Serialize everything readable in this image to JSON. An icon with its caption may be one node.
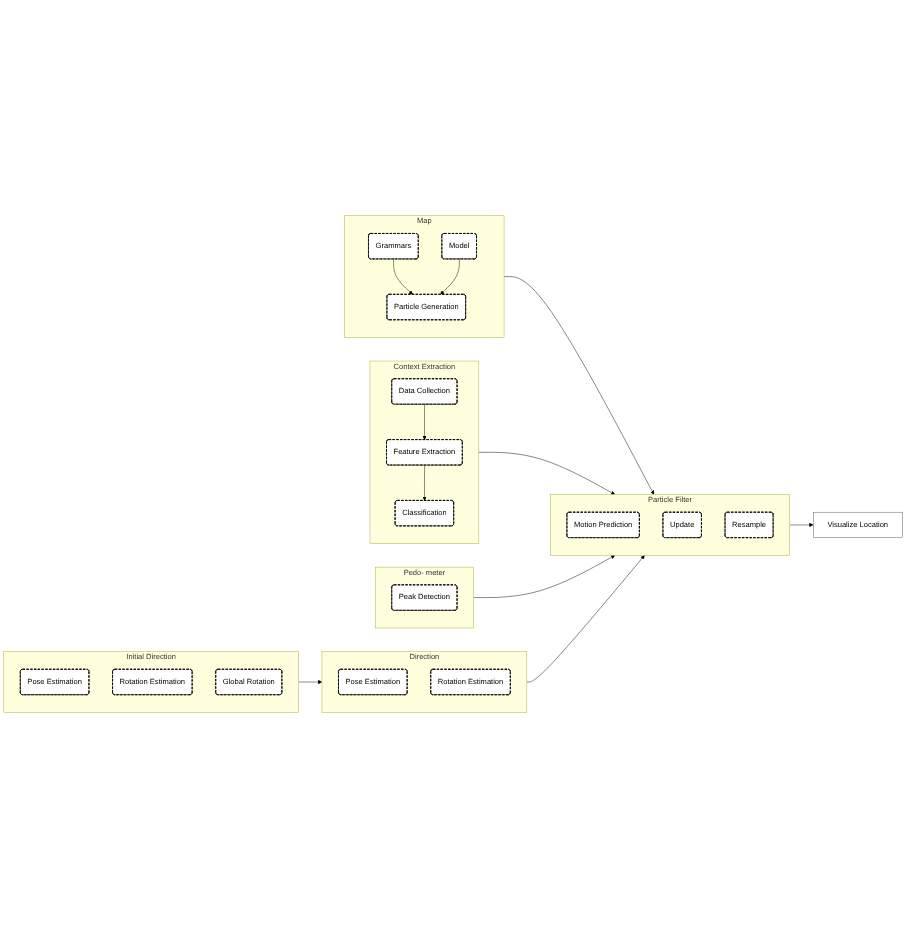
{
  "diagram": {
    "nodes": [
      {
        "text": [
          "Context Extraction"
        ]
      },
      {
        "text": [
          "Data Collection"
        ],
        "in": 0
      },
      {
        "text": [
          "Feature Extraction"
        ],
        "in": 0
      },
      {
        "text": [
          "Classification"
        ],
        "in": 0
      },
      {
        "text": [
          "Map"
        ]
      },
      {
        "text": [
          "Grammars"
        ],
        "in": 4
      },
      {
        "text": [
          "Model"
        ],
        "in": 4
      },
      {
        "text": [
          "Particle Generation"
        ],
        "in": 4
      },
      {
        "text": [
          "Particle Filter"
        ]
      },
      {
        "text": [
          "Motion Prediction"
        ],
        "in": 8
      },
      {
        "text": [
          "Update"
        ],
        "in": 8
      },
      {
        "text": [
          "Resample"
        ],
        "in": 8
      },
      {
        "text": [
          "Pedo- meter"
        ]
      },
      {
        "text": [
          "Peak Detection"
        ],
        "in": 12
      },
      {
        "text": [
          "Initial Direction"
        ]
      },
      {
        "text": [
          "Pose Estimation"
        ],
        "in": 14
      },
      {
        "text": [
          "Rotation Estimation"
        ],
        "in": 14
      },
      {
        "text": [
          "Global Rotation"
        ],
        "in": 14
      },
      {
        "text": [
          "Direction"
        ]
      },
      {
        "text": [
          "Pose Estimation"
        ],
        "in": 18
      },
      {
        "text": [
          "Rotation Estimation"
        ],
        "in": 18
      },
      {
        "text": [
          "Visualize Location"
        ]
      }
    ],
    "edges": [
      {
        "from": 1,
        "to": 2,
        "arrow": "to"
      },
      {
        "from": 2,
        "to": 3,
        "arrow": "to"
      },
      {
        "from": 5,
        "to": 7,
        "arrow": "to"
      },
      {
        "from": 6,
        "to": 7,
        "arrow": "to"
      },
      {
        "from": 4,
        "to": 8,
        "arrow": "to"
      },
      {
        "from": 0,
        "to": 8,
        "arrow": "to"
      },
      {
        "from": 12,
        "to": 8,
        "arrow": "to"
      },
      {
        "from": 14,
        "to": 18,
        "arrow": "to"
      },
      {
        "from": 18,
        "to": 8,
        "arrow": "to"
      },
      {
        "from": 8,
        "to": 21,
        "arrow": "to"
      }
    ]
  }
}
